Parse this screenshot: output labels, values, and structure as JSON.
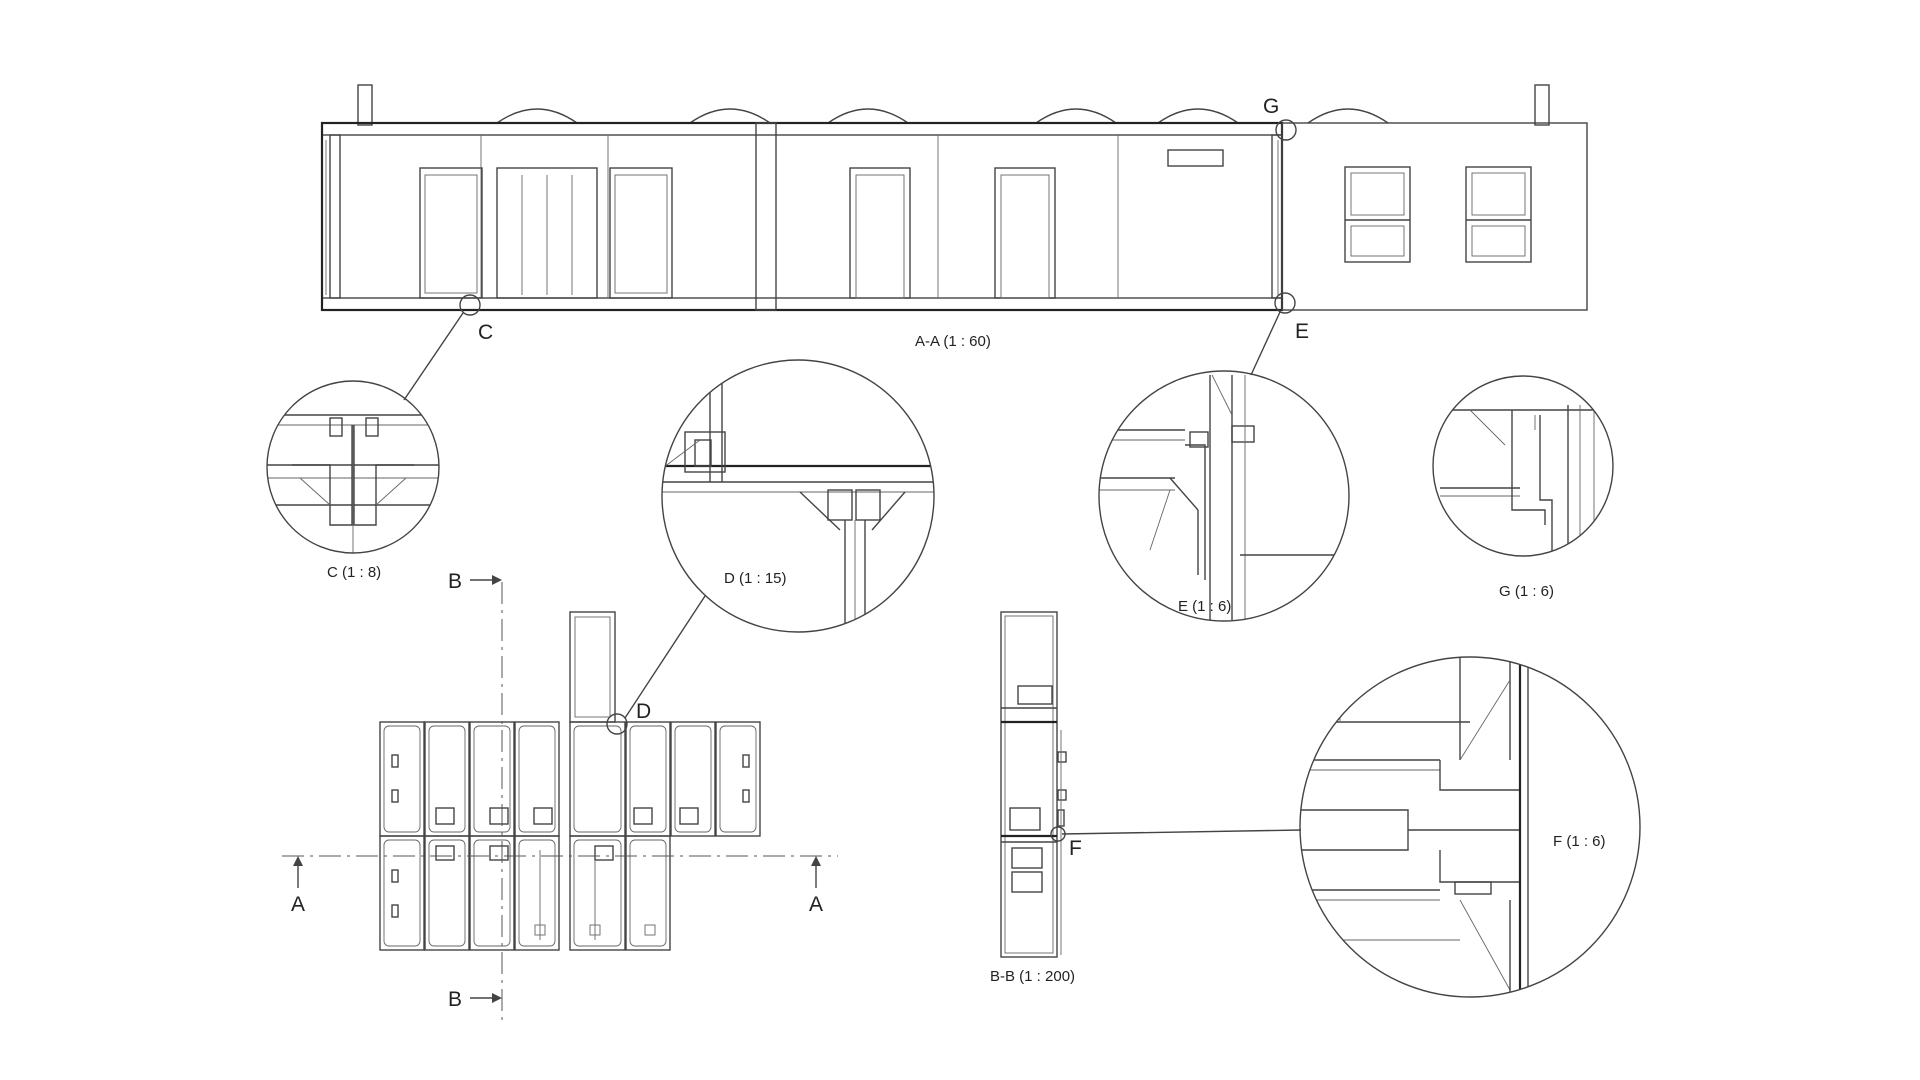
{
  "views": {
    "section_aa": "A-A (1 : 60)",
    "section_bb": "B-B (1 : 200)",
    "detail_c": "C (1 : 8)",
    "detail_d": "D (1 : 15)",
    "detail_e": "E (1 : 6)",
    "detail_g": "G (1 : 6)",
    "detail_f": "F (1 : 6)"
  },
  "markers": {
    "c": "C",
    "d": "D",
    "e": "E",
    "f": "F",
    "g": "G",
    "a_left": "A",
    "a_right": "A",
    "b_top": "B",
    "b_bottom": "B"
  }
}
